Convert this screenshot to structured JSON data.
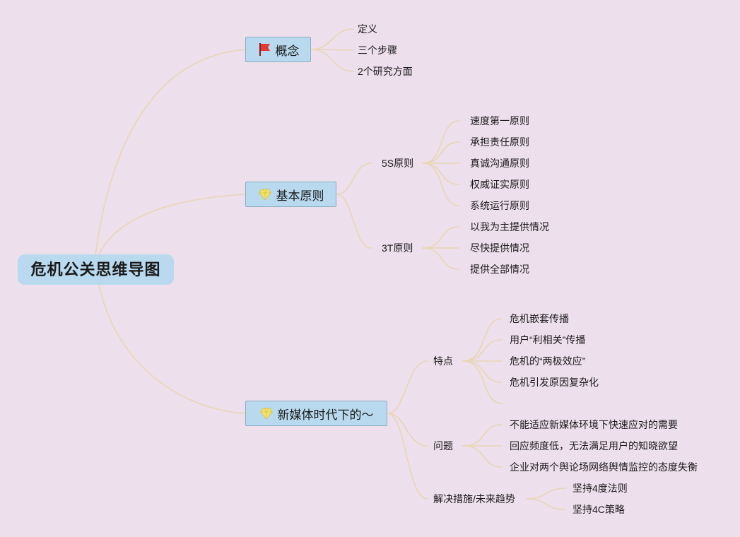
{
  "title": "危机公关思维导图",
  "branches": [
    {
      "label": "概念",
      "icon": "red-flag-icon",
      "items": [
        "定义",
        "三个步骤",
        "2个研究方面"
      ]
    },
    {
      "label": "基本原则",
      "icon": "yellow-gem-icon",
      "groups": [
        {
          "label": "5S原则",
          "items": [
            "速度第一原则",
            "承担责任原则",
            "真诚沟通原则",
            "权威证实原则",
            "系统运行原则"
          ]
        },
        {
          "label": "3T原则",
          "items": [
            "以我为主提供情况",
            "尽快提供情况",
            "提供全部情况"
          ]
        }
      ]
    },
    {
      "label": "新媒体时代下的～",
      "icon": "yellow-gem-icon",
      "groups": [
        {
          "label": "特点",
          "items": [
            "危机嵌套传播",
            "用户“利相关”传播",
            "危机的“两极效应”",
            "危机引发原因复杂化"
          ]
        },
        {
          "label": "问题",
          "items": [
            "不能适应新媒体环境下快速应对的需要",
            "回应频度低，无法满足用户的知晓欲望",
            "企业对两个舆论场网络舆情监控的态度失衡"
          ]
        },
        {
          "label": "解决措施/未来趋势",
          "items": [
            "坚持4度法则",
            "坚持4C策略"
          ]
        }
      ]
    }
  ],
  "colors": {
    "background": "#eedfec",
    "node_fill": "#b8d9ee",
    "node_border": "#8ab0c6",
    "connector": "#e8d6b5",
    "flag": "#e53935",
    "gem": "#f3e36b"
  }
}
